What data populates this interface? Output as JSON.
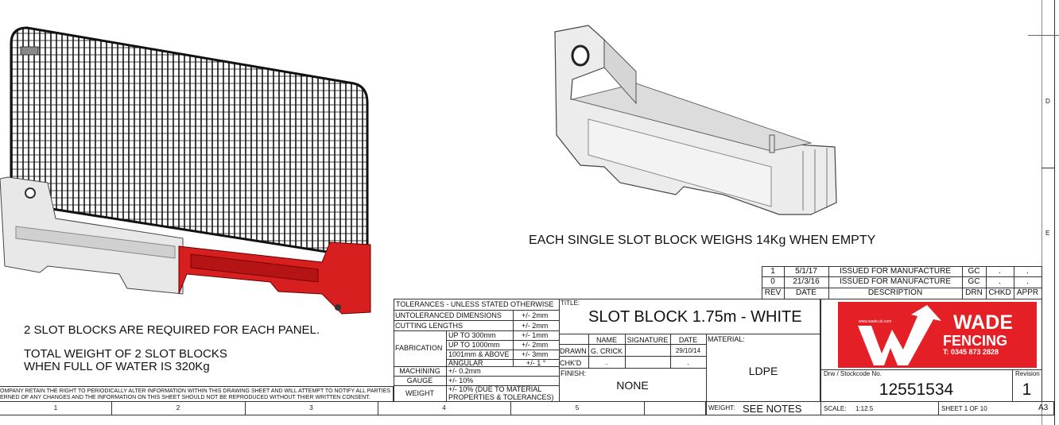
{
  "border": {
    "zones_right": [
      "D",
      "E"
    ],
    "zones_bottom": [
      "1",
      "2",
      "3",
      "4",
      "5"
    ]
  },
  "notes": {
    "weight_empty": "EACH SINGLE SLOT BLOCK WEIGHS 14Kg WHEN EMPTY",
    "required": "2 SLOT BLOCKS ARE REQUIRED FOR EACH PANEL.",
    "total_weight_1": "TOTAL WEIGHT OF 2 SLOT BLOCKS",
    "total_weight_2": "WHEN FULL OF WATER IS 320Kg",
    "disclaimer_1": "OMPANY RETAIN THE RIGHT TO PERIODICALLY ALTER INFORMATION WITHIN THIS DRAWING SHEET AND WILL ATTEMPT TO NOTIFY ALL PARTIES",
    "disclaimer_2": "ERNED OF ANY CHANGES AND THE INFORMATION ON THIS SHEET SHOULD NOT BE REPRODUCED WITHOUT THIER WRITTEN CONSENT."
  },
  "tolerances": {
    "heading": "TOLERANCES - UNLESS STATED OTHERWISE",
    "untoleranced": {
      "label": "UNTOLERANCED DIMENSIONS",
      "value": "+/- 2mm"
    },
    "cutting": {
      "label": "CUTTING LENGTHS",
      "value": "+/- 2mm"
    },
    "fabrication": {
      "label": "FABRICATION",
      "rows": [
        {
          "label": "UP TO 300mm",
          "value": "+/- 1mm"
        },
        {
          "label": "UP TO 1000mm",
          "value": "+/- 2mm"
        },
        {
          "label": "1001mm & ABOVE",
          "value": "+/- 3mm"
        },
        {
          "label": "ANGULAR",
          "value": "+/- 1 °"
        }
      ]
    },
    "machining": {
      "label": "MACHINING",
      "value": "+/- 0.2mm"
    },
    "gauge": {
      "label": "GAUGE",
      "value": "+/- 10%"
    },
    "weight": {
      "label": "WEIGHT",
      "value_1": "+/- 10% (DUE TO MATERIAL",
      "value_2": "PROPERTIES & TOLERANCES)"
    }
  },
  "title_block": {
    "title_label": "TITLE:",
    "title": "SLOT BLOCK 1.75m - WHITE",
    "hdr_name": "NAME",
    "hdr_signature": "SIGNATURE",
    "hdr_date": "DATE",
    "drawn_label": "DRAWN",
    "drawn_name": "G. CRICK",
    "drawn_date": "29/10/14",
    "chkd_label": "CHK'D",
    "chkd_name": ".",
    "chkd_date": ".",
    "finish_label": "FINISH:",
    "finish": "NONE",
    "material_label": "MATERIAL:",
    "material": "LDPE",
    "weight_label": "WEIGHT:",
    "weight": "SEE NOTES",
    "drw_label": "Drw / Stockcode No.",
    "drw_no": "12551534",
    "revision_label": "Revision",
    "revision": "1",
    "scale_label": "SCALE:",
    "scale": "1:12.5",
    "sheet": "SHEET 1 OF 10",
    "size": "A3"
  },
  "revisions": {
    "headers": [
      "REV",
      "DATE",
      "DESCRIPTION",
      "DRN",
      "CHKD",
      "APPR"
    ],
    "rows": [
      [
        "1",
        "5/1/17",
        "ISSUED FOR MANUFACTURE",
        "GC",
        ".",
        "."
      ],
      [
        "0",
        "21/3/16",
        "ISSUED FOR MANUFACTURE",
        "GC",
        ".",
        "."
      ]
    ]
  },
  "logo": {
    "url": "www.wade.uk.com",
    "name_1": "WADE",
    "name_2": "FENCING",
    "phone": "T: 0345 873 2828",
    "color": "#e41f26"
  }
}
